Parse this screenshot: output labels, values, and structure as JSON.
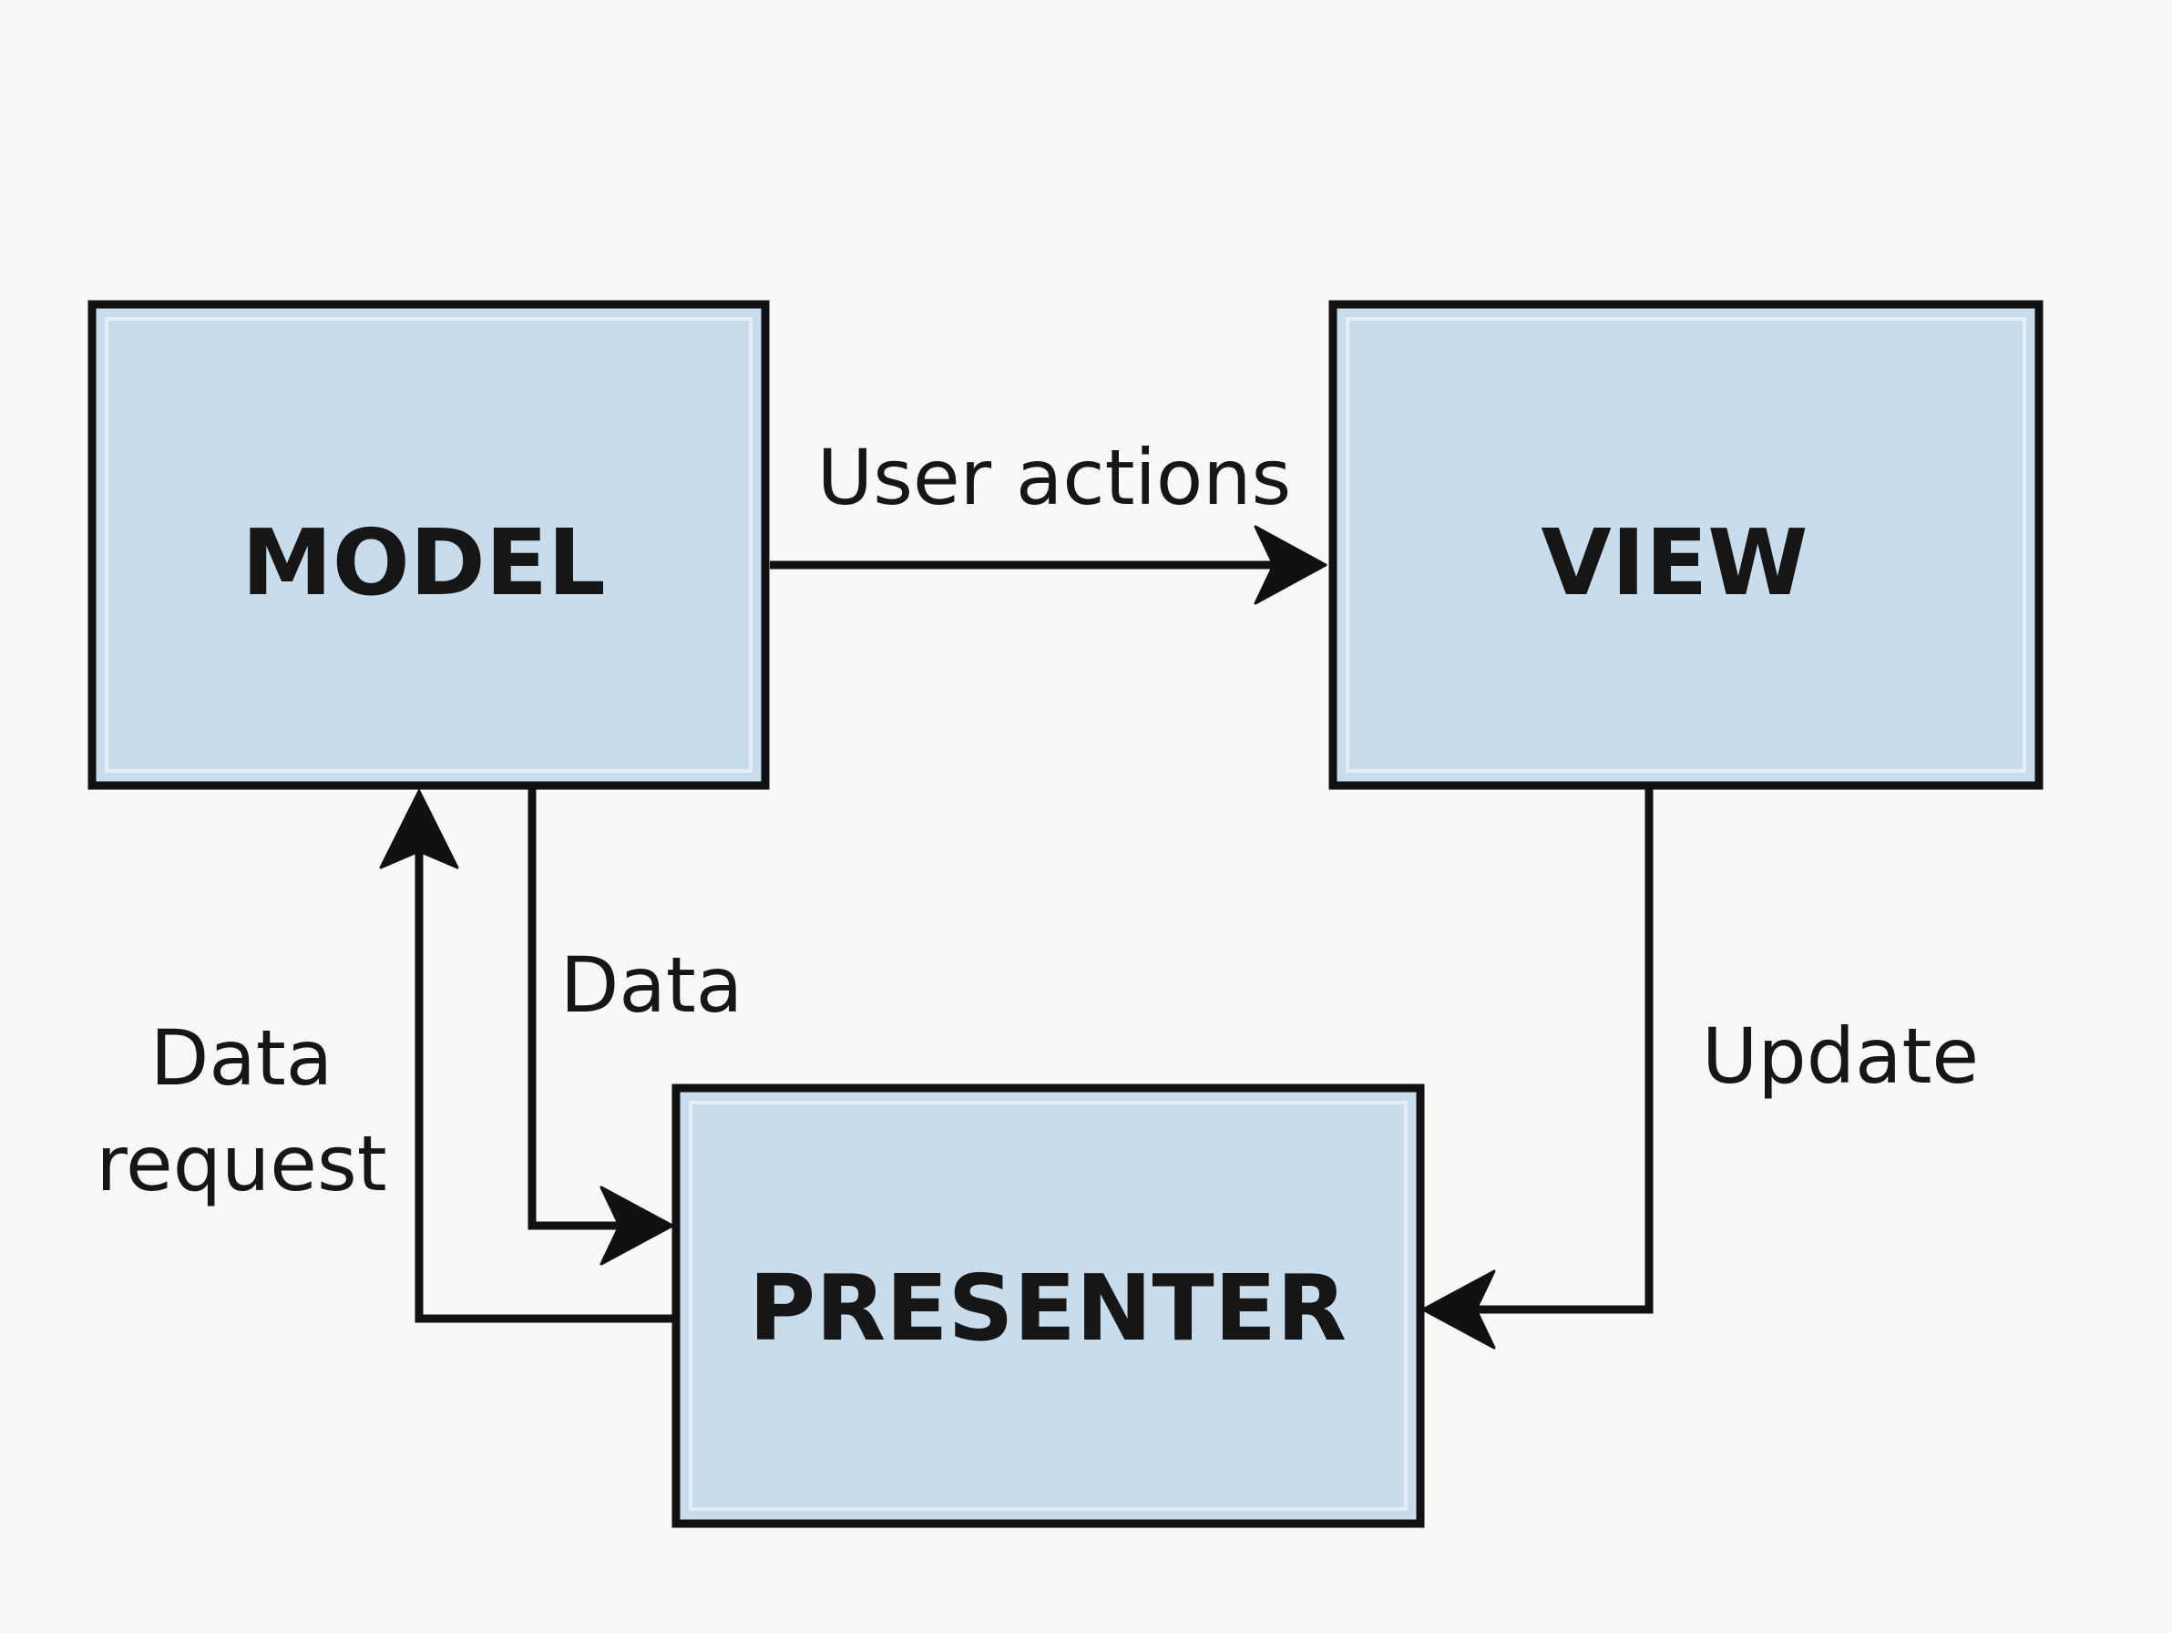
{
  "boxes": {
    "model": {
      "label": "MODEL"
    },
    "view": {
      "label": "VIEW"
    },
    "presenter": {
      "label": "PRESENTER"
    }
  },
  "edges": {
    "user_actions": {
      "label": "User actions"
    },
    "data": {
      "label": "Data"
    },
    "data_request": {
      "label_line1": "Data",
      "label_line2": "request"
    },
    "update": {
      "label": "Update"
    }
  },
  "colors": {
    "box_fill": "#c9dceb",
    "stroke": "#111111",
    "background": "#f8f8f6"
  }
}
